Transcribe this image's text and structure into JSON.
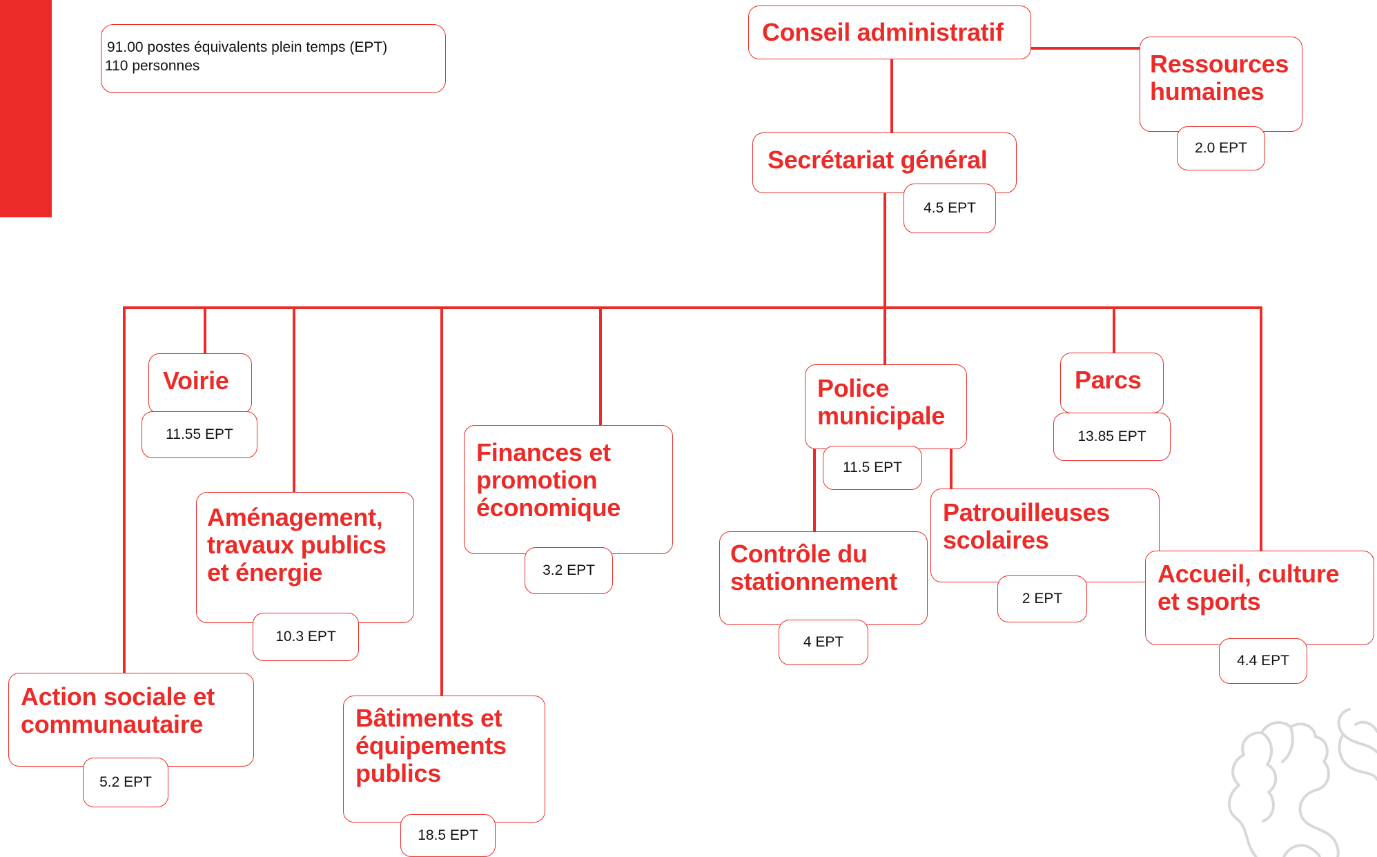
{
  "summary": {
    "fte_line": "91.00 postes équivalents plein temps (EPT)",
    "people_line": "110 personnes"
  },
  "colors": {
    "accent": "#ec2b28",
    "emblem": "#d8d8d8",
    "text": "#111111"
  },
  "units": {
    "conseil": {
      "title": "Conseil administratif"
    },
    "rh": {
      "title": "Ressources\nhumaines",
      "ept": "2.0 EPT"
    },
    "secretariat": {
      "title": "Secrétariat général",
      "ept": "4.5 EPT"
    },
    "voirie": {
      "title": "Voirie",
      "ept": "11.55 EPT"
    },
    "amenagement": {
      "title": "Aménagement,\ntravaux publics\net énergie",
      "ept": "10.3 EPT"
    },
    "action_sociale": {
      "title": "Action sociale et\ncommunautaire",
      "ept": "5.2 EPT"
    },
    "batiments": {
      "title": "Bâtiments et\néquipements\npublics",
      "ept": "18.5 EPT"
    },
    "finances": {
      "title": "Finances et\npromotion\néconomique",
      "ept": "3.2 EPT"
    },
    "police": {
      "title": "Police\nmunicipale",
      "ept": "11.5 EPT"
    },
    "controle": {
      "title": "Contrôle du\nstationnement",
      "ept": "4 EPT"
    },
    "patrouilleuses": {
      "title": "Patrouilleuses\nscolaires",
      "ept": "2 EPT"
    },
    "parcs": {
      "title": "Parcs",
      "ept": "13.85 EPT"
    },
    "accueil": {
      "title": "Accueil, culture\net sports",
      "ept": "4.4 EPT"
    }
  }
}
